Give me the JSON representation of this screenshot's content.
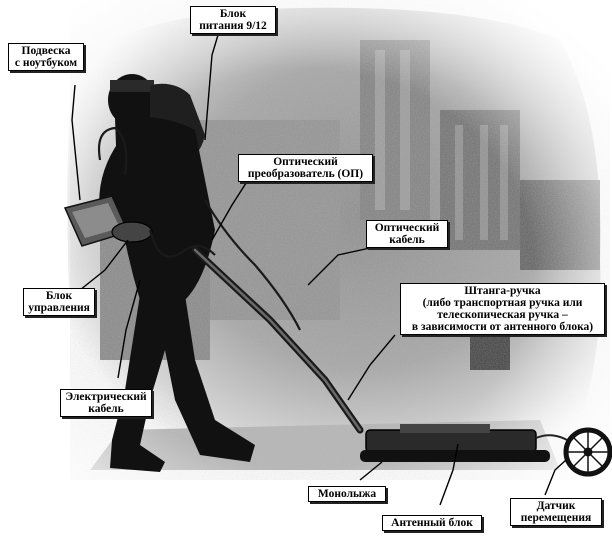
{
  "labels": {
    "power": [
      "Блок",
      "питания 9/12"
    ],
    "laptop": [
      "Подвеска",
      "с ноутбуком"
    ],
    "optical_converter": [
      "Оптический",
      "преобразователь (ОП)"
    ],
    "optical_cable": [
      "Оптический",
      "кабель"
    ],
    "control_unit": [
      "Блок",
      "управления"
    ],
    "handle": [
      "Штанга-ручка",
      "(либо транспортная ручка или",
      "телескопическая ручка –",
      "в зависимости от антенного блока)"
    ],
    "electric_cable": [
      "Электрический",
      "кабель"
    ],
    "ski": [
      "Монолыжа"
    ],
    "antenna": [
      "Антенный блок"
    ],
    "sensor": [
      "Датчик",
      "перемещения"
    ]
  }
}
